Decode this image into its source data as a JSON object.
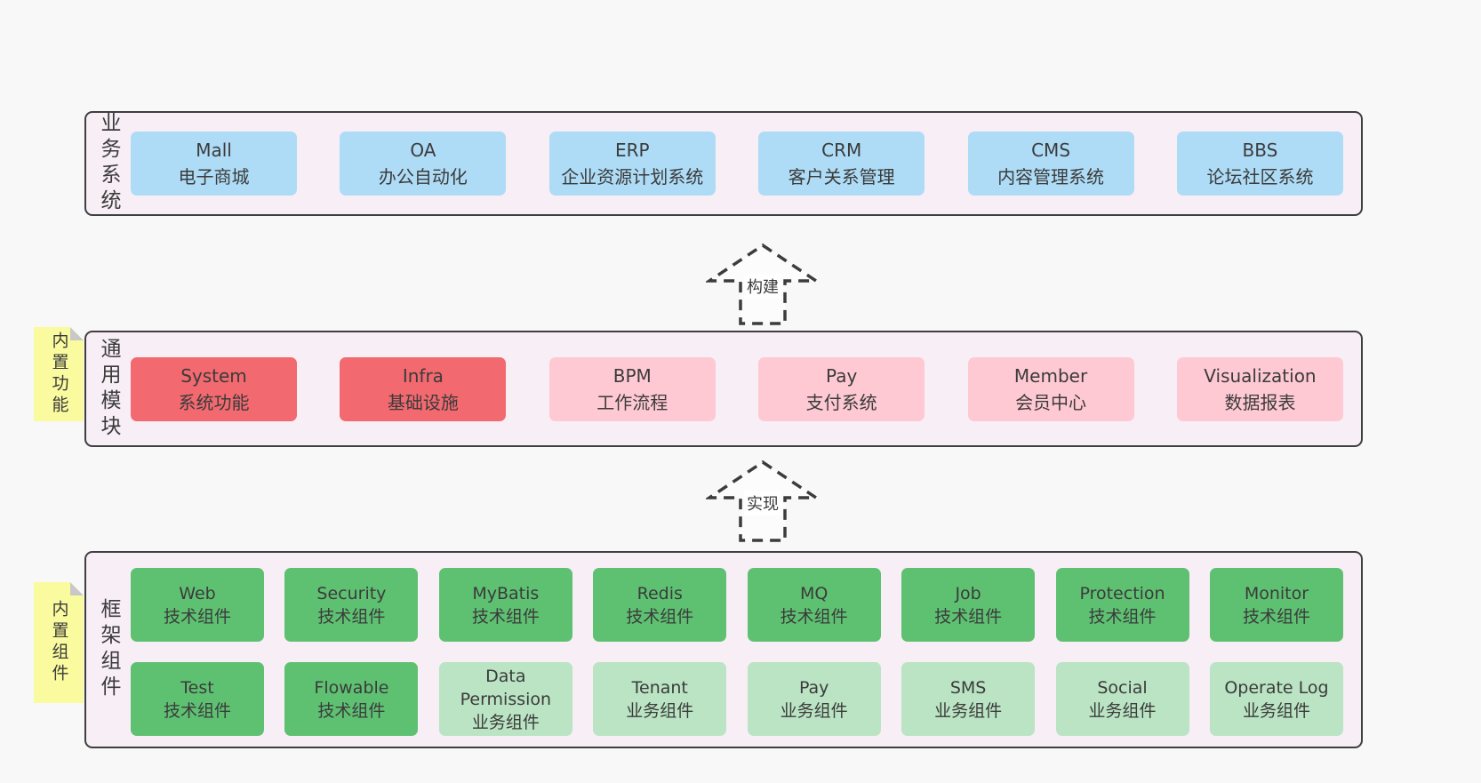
{
  "colors": {
    "page_bg": "#f8f8f8",
    "band_bg": "#f8eef6",
    "band_border": "#3f3f3f",
    "business_system_box": "#aedcf6",
    "core_module_box": "#f2696f",
    "optional_module_box": "#fec9d3",
    "tech_component_box": "#5ec172",
    "biz_component_box": "#bae4c3",
    "sticky_bg": "#fafa9e",
    "sticky_fold": "#c8c8c8",
    "text": "#3b3b3b"
  },
  "arrows": [
    {
      "label": "构建"
    },
    {
      "label": "实现"
    }
  ],
  "bands": [
    {
      "label": "业务系统",
      "boxes": [
        {
          "name": "Mall",
          "desc": "电子商城"
        },
        {
          "name": "OA",
          "desc": "办公自动化"
        },
        {
          "name": "ERP",
          "desc": "企业资源计划系统"
        },
        {
          "name": "CRM",
          "desc": "客户关系管理"
        },
        {
          "name": "CMS",
          "desc": "内容管理系统"
        },
        {
          "name": "BBS",
          "desc": "论坛社区系统"
        }
      ]
    },
    {
      "label": "通用模块",
      "sticky": "内置功能",
      "boxes": [
        {
          "name": "System",
          "desc": "系统功能"
        },
        {
          "name": "Infra",
          "desc": "基础设施"
        },
        {
          "name": "BPM",
          "desc": "工作流程"
        },
        {
          "name": "Pay",
          "desc": "支付系统"
        },
        {
          "name": "Member",
          "desc": "会员中心"
        },
        {
          "name": "Visualization",
          "desc": "数据报表"
        }
      ]
    },
    {
      "label": "框架组件",
      "sticky": "内置组件",
      "rows": [
        [
          {
            "name": "Web",
            "desc": "技术组件"
          },
          {
            "name": "Security",
            "desc": "技术组件"
          },
          {
            "name": "MyBatis",
            "desc": "技术组件"
          },
          {
            "name": "Redis",
            "desc": "技术组件"
          },
          {
            "name": "MQ",
            "desc": "技术组件"
          },
          {
            "name": "Job",
            "desc": "技术组件"
          },
          {
            "name": "Protection",
            "desc": "技术组件"
          },
          {
            "name": "Monitor",
            "desc": "技术组件"
          }
        ],
        [
          {
            "name": "Test",
            "desc": "技术组件"
          },
          {
            "name": "Flowable",
            "desc": "技术组件"
          },
          {
            "name": "Data Permission",
            "desc": "业务组件"
          },
          {
            "name": "Tenant",
            "desc": "业务组件"
          },
          {
            "name": "Pay",
            "desc": "业务组件"
          },
          {
            "name": "SMS",
            "desc": "业务组件"
          },
          {
            "name": "Social",
            "desc": "业务组件"
          },
          {
            "name": "Operate Log",
            "desc": "业务组件"
          }
        ]
      ]
    }
  ]
}
